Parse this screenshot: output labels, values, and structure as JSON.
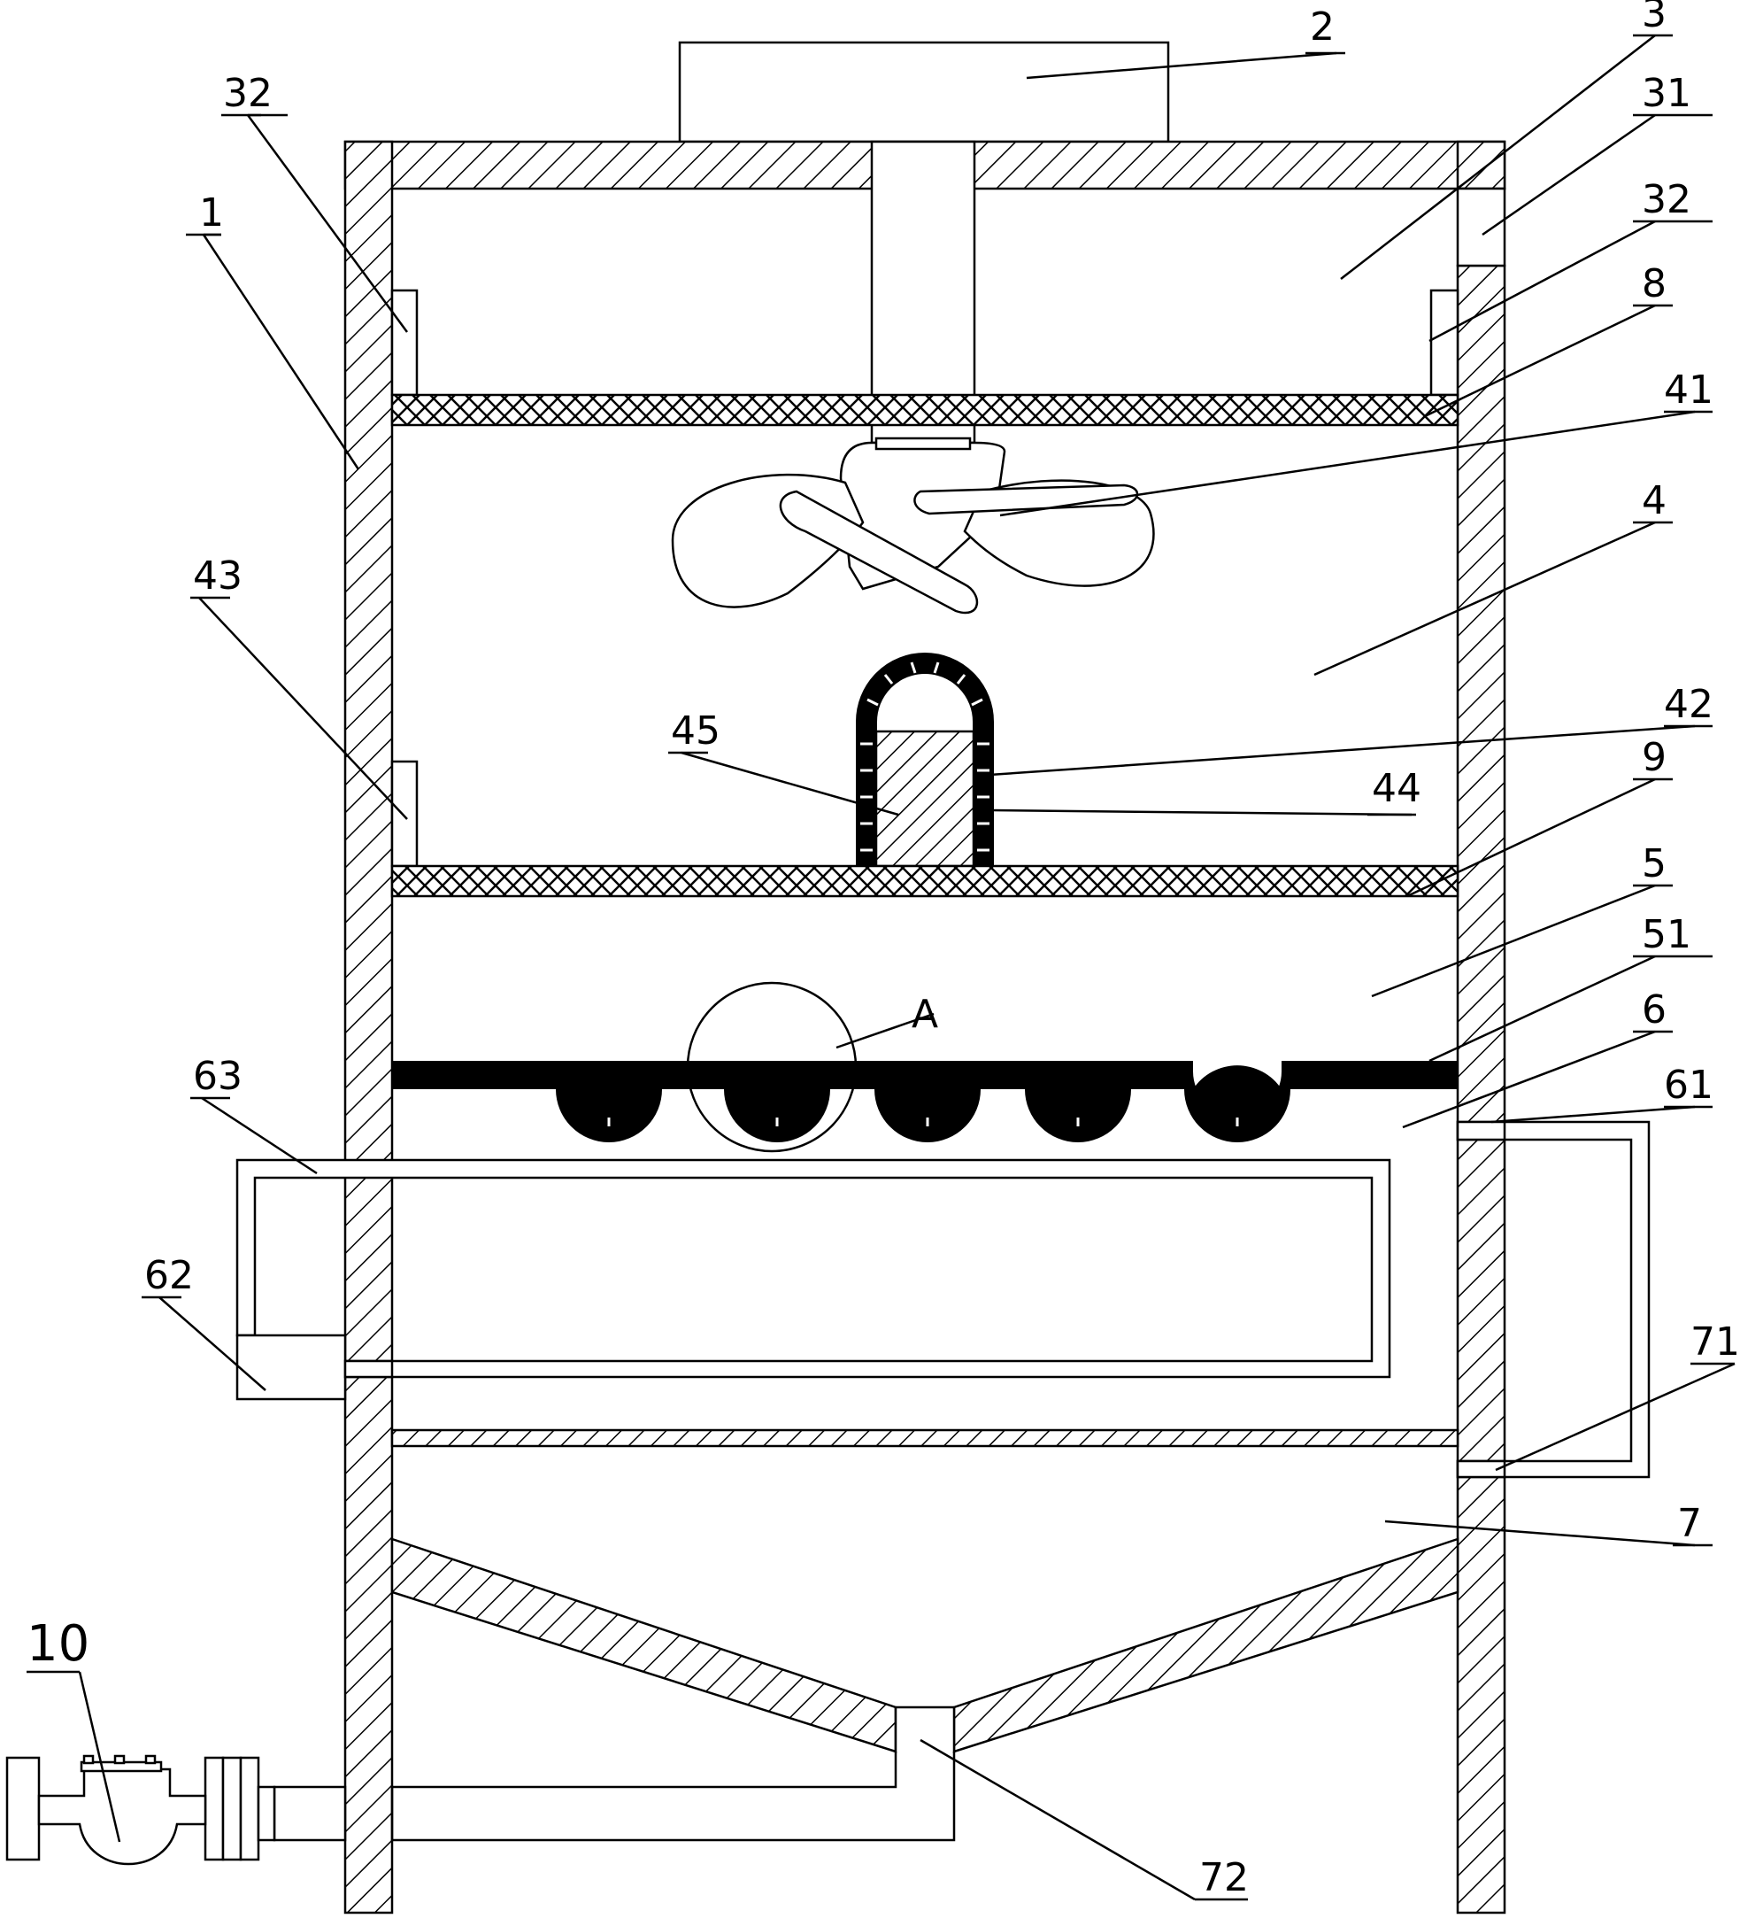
{
  "labels": {
    "l1": "1",
    "l2": "2",
    "l3": "3",
    "l31": "31",
    "l32a": "32",
    "l32b": "32",
    "l8": "8",
    "l41": "41",
    "l4": "4",
    "l43": "43",
    "l45": "45",
    "l42": "42",
    "l44": "44",
    "l9": "9",
    "l5": "5",
    "l51": "51",
    "lA": "A",
    "l6": "6",
    "l63": "63",
    "l61": "61",
    "l62": "62",
    "l71": "71",
    "l7": "7",
    "l10": "10",
    "l72": "72"
  }
}
